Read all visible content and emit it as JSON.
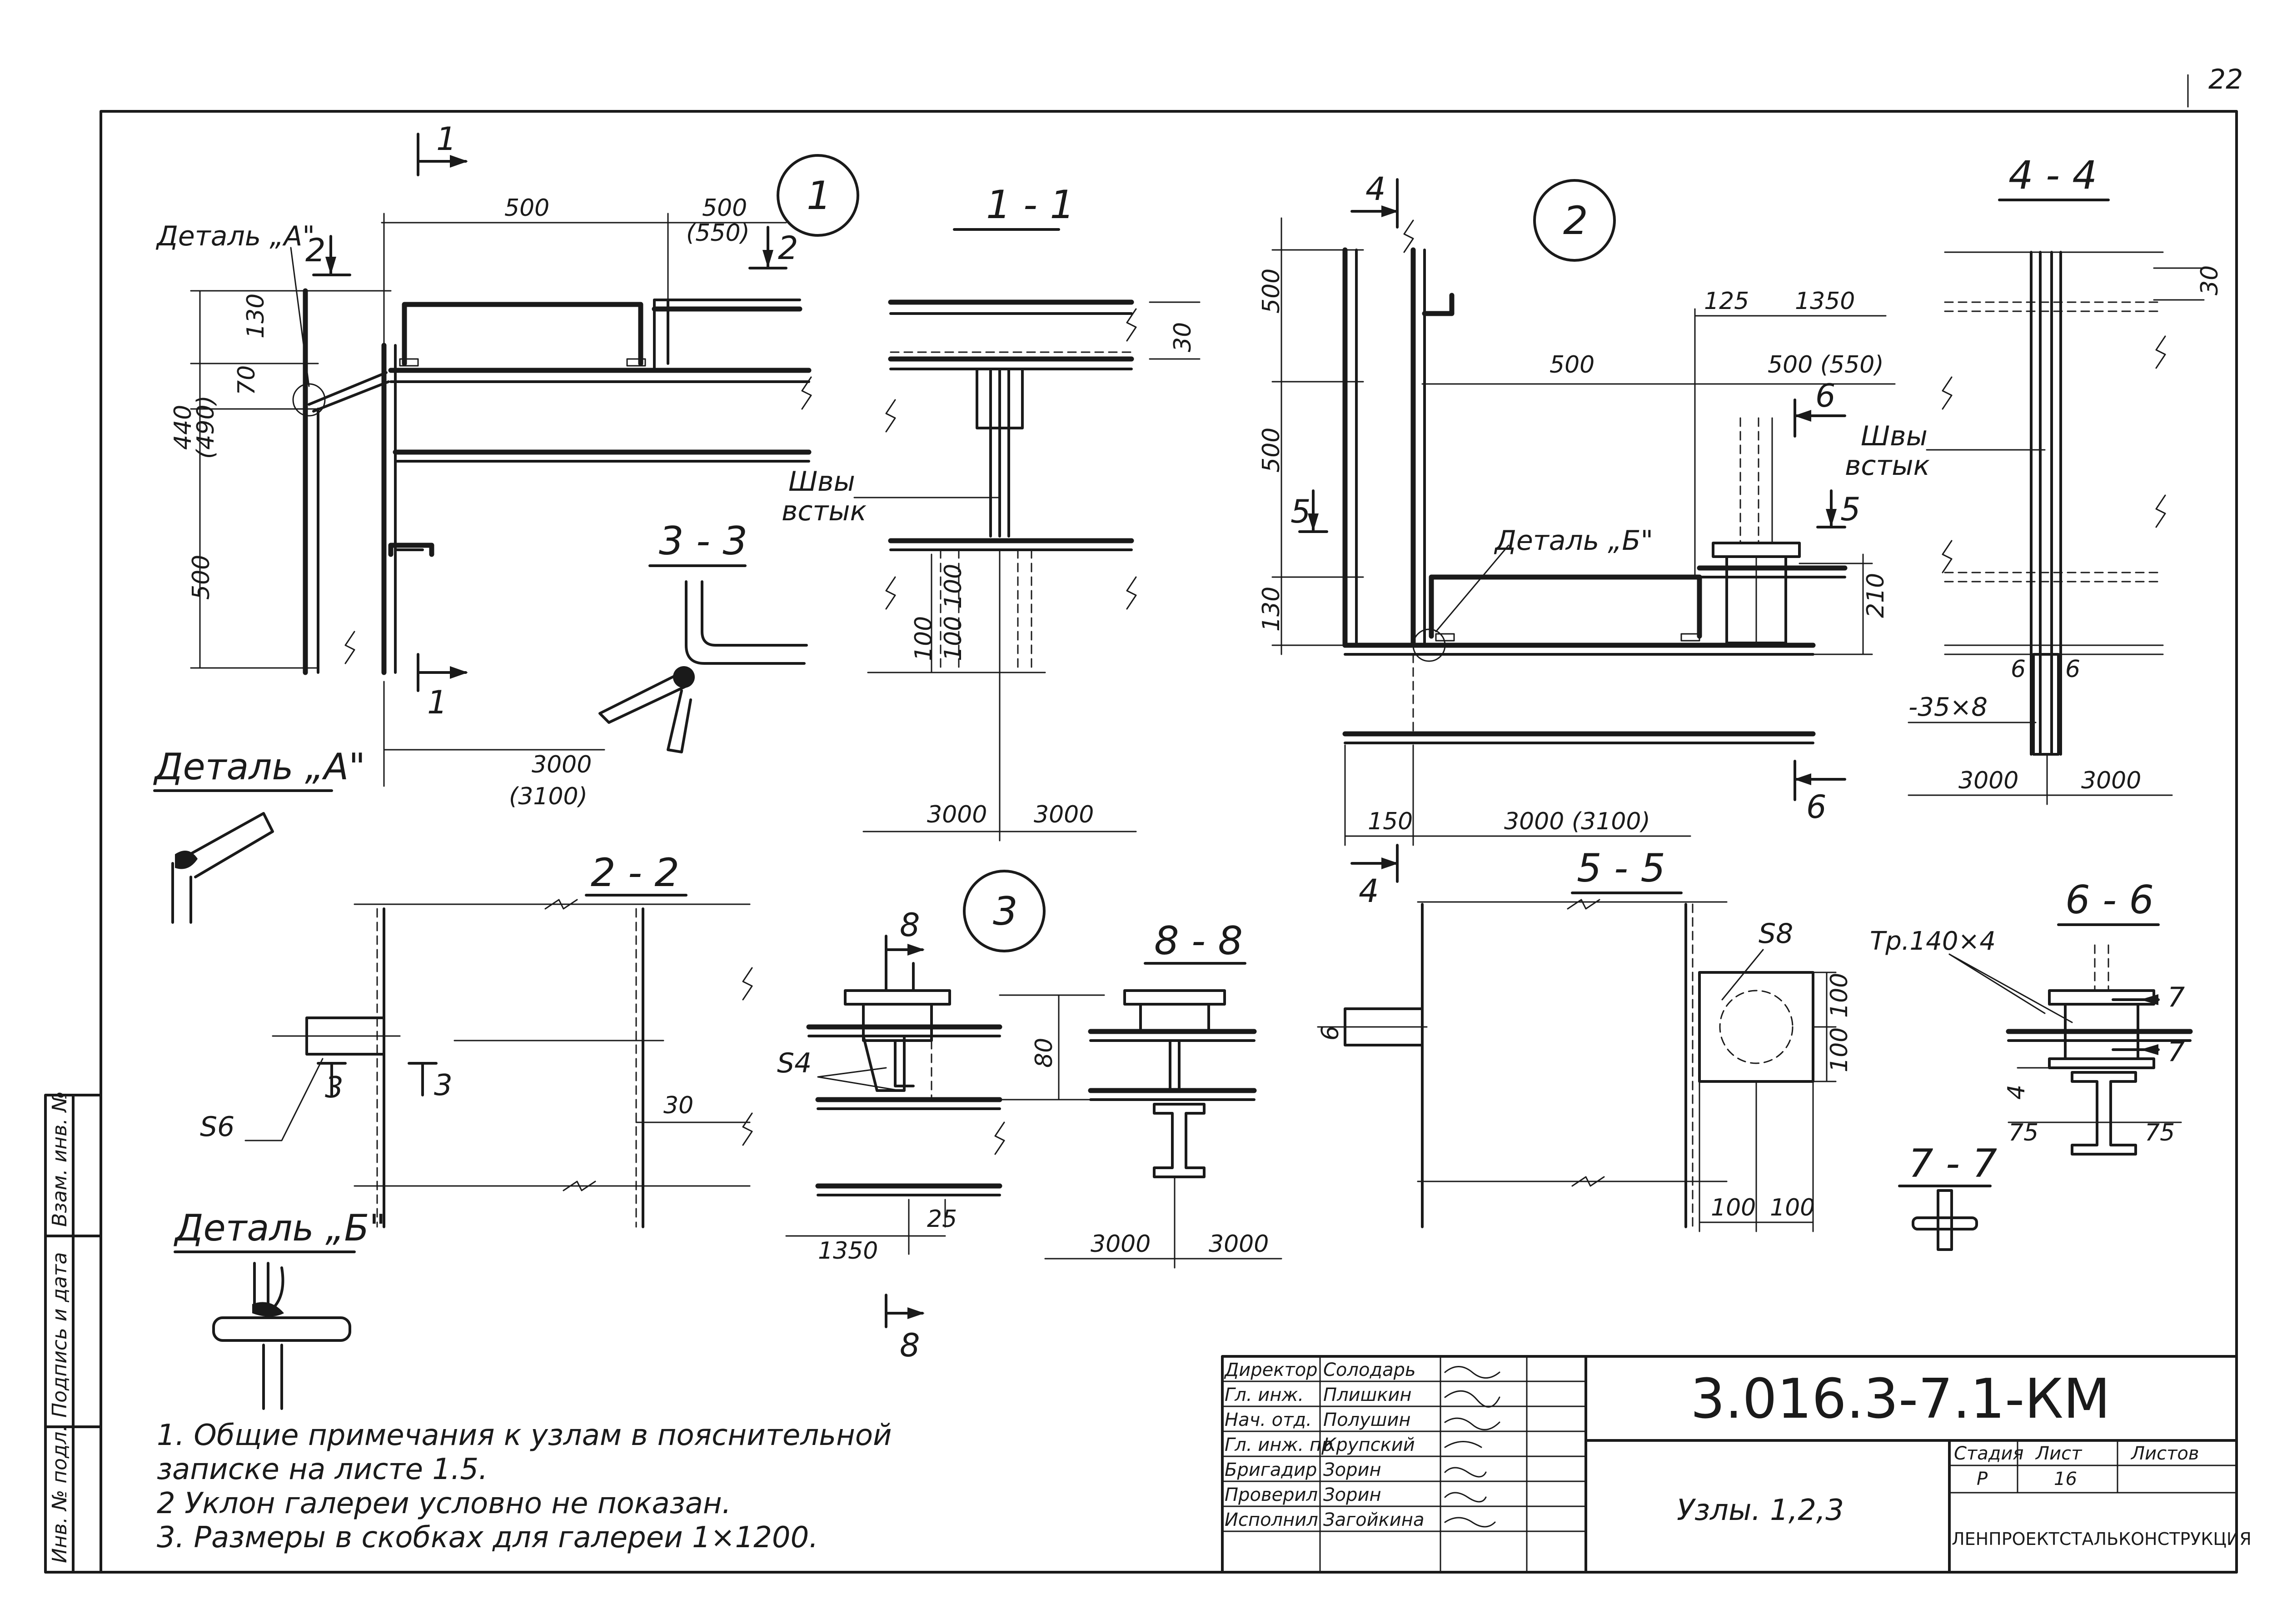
{
  "sheet_number": "22",
  "nodes": {
    "node_1": "1",
    "node_2": "2",
    "node_3": "3"
  },
  "sections": {
    "s1_1": "1 - 1",
    "s2_2": "2 - 2",
    "s3_3": "3 - 3",
    "s4_4": "4 - 4",
    "s5_5": "5 - 5",
    "s6_6": "6 - 6",
    "s7_7": "7 - 7",
    "s8_8": "8 - 8"
  },
  "cut_markers": {
    "m1": "1",
    "m2": "2",
    "m3": "3",
    "m4": "4",
    "m5": "5",
    "m6": "6",
    "m7": "7",
    "m8": "8"
  },
  "details": {
    "detail_a": "Деталь „А\"",
    "detail_b": "Деталь „Б\""
  },
  "labels": {
    "welds_line1": "Швы",
    "welds_line2": "встык",
    "s4": "S4",
    "s6": "S6",
    "s8": "S8",
    "plate": "-35×8",
    "pipe": "Тр.140×4"
  },
  "dims": {
    "d500": "500",
    "d500_550": "500",
    "d550_paren": "(550)",
    "d130": "130",
    "d70": "70",
    "d440": "440",
    "d490_paren": "(490)",
    "d3000": "3000",
    "d3100_paren": "(3100)",
    "d30": "30",
    "d100": "100",
    "d3000_3100": "3000 (3100)",
    "d150": "150",
    "d125": "125",
    "d1350": "1350",
    "d500_550_inline": "500 (550)",
    "d210": "210",
    "d6": "6",
    "d80": "80",
    "d25": "25",
    "d75": "75",
    "d4": "4"
  },
  "notes": [
    "1.  Общие примечания к узлам в пояснительной",
    "     записке на листе 1.5.",
    "2   Уклон галереи условно не показан.",
    "3.  Размеры в скобках для галереи 1×1200."
  ],
  "side_stamp": {
    "inv_no": "Инв. № подл.",
    "signature_date": "Подпись и дата",
    "replaces_inv": "Взам. инв. №"
  },
  "title_block": {
    "doc_code": "3.016.3-7.1-КМ",
    "title": "Узлы. 1,2,3",
    "stage_header": "Стадия",
    "sheet_header": "Лист",
    "sheets_header": "Листов",
    "stage": "Р",
    "sheet": "16",
    "sheets": "",
    "organization": "ЛЕНПРОЕКТСТАЛЬКОНСТРУКЦИЯ",
    "people": [
      {
        "role": "Директор",
        "name": "Солодарь"
      },
      {
        "role": "Гл. инж.",
        "name": "Плишкин"
      },
      {
        "role": "Нач. отд.",
        "name": "Полушин"
      },
      {
        "role": "Гл. инж. пр",
        "name": "Крупский"
      },
      {
        "role": "Бригадир",
        "name": "Зорин"
      },
      {
        "role": "Проверил",
        "name": "Зорин"
      },
      {
        "role": "Исполнил",
        "name": "Загойкина"
      }
    ]
  }
}
